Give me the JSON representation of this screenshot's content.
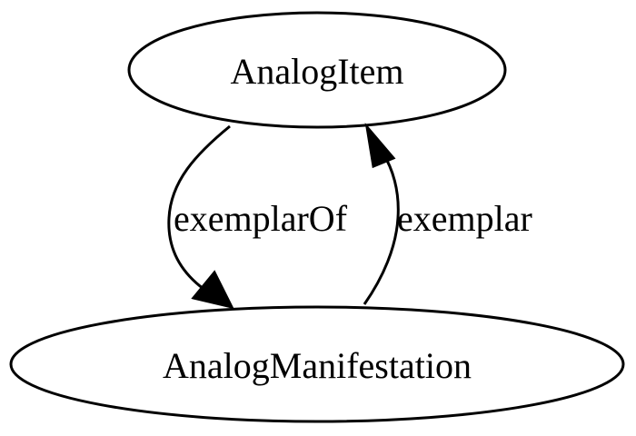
{
  "nodes": {
    "analog_item": {
      "label": "AnalogItem"
    },
    "analog_manifestation": {
      "label": "AnalogManifestation"
    }
  },
  "edges": {
    "exemplar_of": {
      "label": "exemplarOf",
      "from": "AnalogItem",
      "to": "AnalogManifestation"
    },
    "exemplar": {
      "label": "exemplar",
      "from": "AnalogManifestation",
      "to": "AnalogItem"
    }
  },
  "colors": {
    "stroke": "#000000",
    "fill": "#ffffff"
  }
}
